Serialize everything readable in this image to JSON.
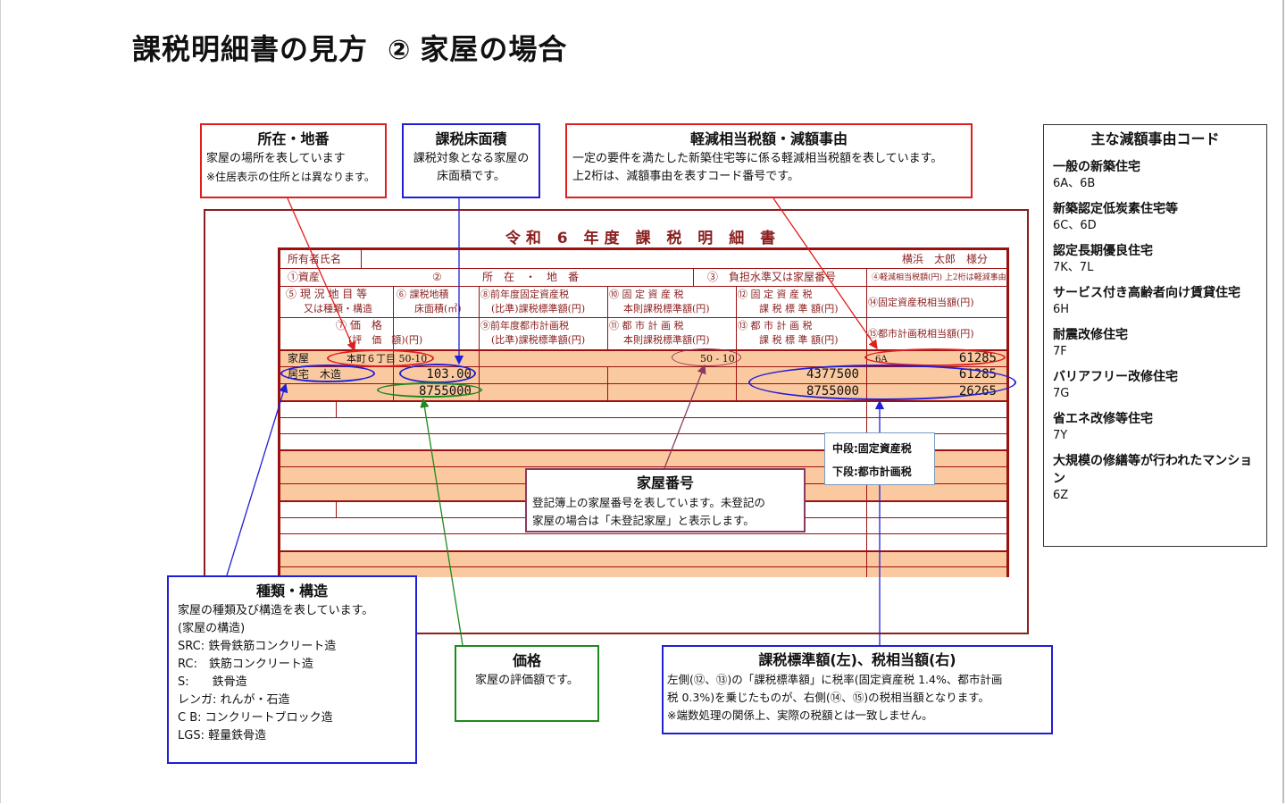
{
  "title": {
    "main": "課税明細書の見方",
    "num": "②",
    "sub": "家屋の場合"
  },
  "callouts": {
    "location": {
      "heading": "所在・地番",
      "lines": [
        "家屋の場所を表しています",
        "※住居表示の住所とは異なります。"
      ]
    },
    "floor_area": {
      "heading": "課税床面積",
      "lines": [
        "課税対象となる家屋の",
        "床面積です。"
      ]
    },
    "reduction": {
      "heading": "軽減相当税額・減額事由",
      "lines": [
        "一定の要件を満たした新築住宅等に係る軽減相当税額を表しています。",
        "上2桁は、減額事由を表すコード番号です。"
      ]
    },
    "house_number": {
      "heading": "家屋番号",
      "lines": [
        "登記簿上の家屋番号を表しています。未登記の",
        "家屋の場合は「未登記家屋」と表示します。"
      ]
    },
    "tax_types": {
      "lines": [
        "中段:固定資産税",
        "下段:都市計画税"
      ]
    },
    "kind_structure": {
      "heading": "種類・構造",
      "lines": [
        "家屋の種類及び構造を表しています。",
        "(家屋の構造)",
        "SRC: 鉄骨鉄筋コンクリート造",
        "RC:　鉄筋コンクリート造",
        "S:　　鉄骨造",
        "レンガ: れんが・石造",
        "C B: コンクリートブロック造",
        "LGS: 軽量鉄骨造"
      ]
    },
    "price": {
      "heading": "価格",
      "lines": [
        "家屋の評価額です。"
      ]
    },
    "tax_base": {
      "heading": "課税標準額(左)、税相当額(右)",
      "lines": [
        "左側(⑫、⑬)の「課税標準額」に税率(固定資産税 1.4%、都市計画",
        "税 0.3%)を乗じたものが、右側(⑭、⑮)の税相当額となります。",
        "※端数処理の関係上、実際の税額とは一致しません。"
      ]
    }
  },
  "codes": {
    "heading": "主な減額事由コード",
    "items": [
      {
        "label": "一般の新築住宅",
        "code": "6A、6B"
      },
      {
        "label": "新築認定低炭素住宅等",
        "code": "6C、6D"
      },
      {
        "label": "認定長期優良住宅",
        "code": "7K、7L"
      },
      {
        "label": "サービス付き高齢者向け賃貸住宅",
        "code": "6H"
      },
      {
        "label": "耐震改修住宅",
        "code": "7F"
      },
      {
        "label": "バリアフリー改修住宅",
        "code": "7G"
      },
      {
        "label": "省エネ改修等住宅",
        "code": "7Y"
      },
      {
        "label": "大規模の修繕等が行われたマンション",
        "code": "6Z"
      }
    ]
  },
  "form": {
    "title": "令和 6 年度 課 税 明 細 書",
    "owner_label": "所有者氏名",
    "owner_name": "横浜　太郎　様分",
    "h_asset": "①資産",
    "h_2": "②",
    "h_location": "所　在　・　地　番",
    "h_3": "③　負担水準又は家屋番号",
    "h_4": "④軽減相当税額(円) 上2桁は軽減事由",
    "h_5a": "⑤ 現 況 地 目 等",
    "h_5b": "又は種類・構造",
    "h_6a": "⑥ 課税地積",
    "h_6b": "床面積(㎡)",
    "h_8a": "⑧前年度固定資産税",
    "h_8b": "(比準)課税標準額(円)",
    "h_10a": "⑩ 固 定 資 産 税",
    "h_10b": "本則課税標準額(円)",
    "h_12a": "⑫ 固 定 資 産 税",
    "h_12b": "課 税 標 準 額(円)",
    "h_14": "⑭固定資産税相当額(円)",
    "h_7a": "⑦ 価　格",
    "h_7b": "(評　価　額)(円)",
    "h_9a": "⑨前年度都市計画税",
    "h_9b": "(比準)課税標準額(円)",
    "h_11a": "⑪ 都 市 計 画 税",
    "h_11b": "本則課税標準額(円)",
    "h_13a": "⑬ 都 市 計 画 税",
    "h_13b": "課 税 標 準 額(円)",
    "h_15": "⑮都市計画税相当額(円)",
    "row": {
      "asset": "家屋",
      "address": "本町６丁目 50-10",
      "house_no": "50 - 10",
      "code": "6A",
      "reduction": "61285",
      "kind": "居宅　木造",
      "area": "103.00",
      "price": "8755000",
      "fixed_base": "4377500",
      "fixed_tax": "61285",
      "city_base": "8755000",
      "city_tax": "26265"
    }
  },
  "colors": {
    "form_red": "#9b1010",
    "band": "#fbc9a0",
    "callout_red": "#e01e1e",
    "callout_blue": "#1f1fd8",
    "callout_green": "#1d8a1d"
  }
}
